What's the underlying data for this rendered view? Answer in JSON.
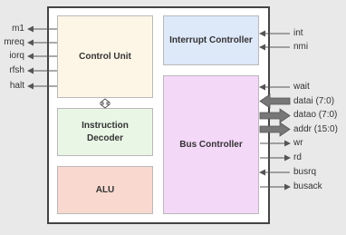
{
  "blocks": {
    "control_unit": "Control Unit",
    "interrupt_controller": "Interrupt Controller",
    "instruction_decoder": "Instruction Decoder",
    "bus_controller": "Bus Controller",
    "alu": "ALU"
  },
  "left_signals": [
    "m1",
    "mreq",
    "iorq",
    "rfsh",
    "halt"
  ],
  "right_signals": {
    "int": "int",
    "nmi": "nmi",
    "wait": "wait",
    "datai": "datai (7:0)",
    "datao": "datao (7:0)",
    "addr": "addr (15:0)",
    "wr": "wr",
    "rd": "rd",
    "busrq": "busrq",
    "busack": "busack"
  },
  "colors": {
    "control_unit": "#fdf6e6",
    "interrupt_controller": "#dde8f8",
    "instruction_decoder": "#e9f6e6",
    "bus_controller": "#f4d8f8",
    "alu": "#f9d9cf"
  }
}
